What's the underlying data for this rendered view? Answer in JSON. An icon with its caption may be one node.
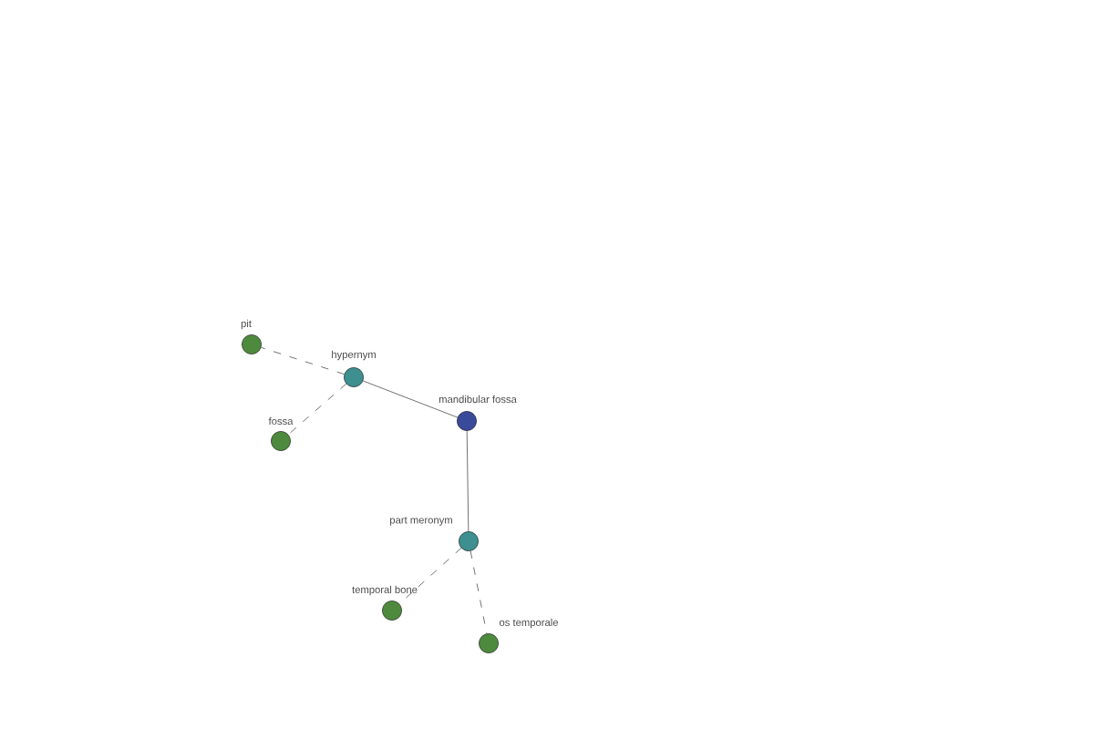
{
  "diagram": {
    "nodes": [
      {
        "text": [
          "pit"
        ]
      },
      {
        "text": [
          "hypernym"
        ]
      },
      {
        "text": [
          "fossa"
        ]
      },
      {
        "text": [
          "mandibular fossa"
        ]
      },
      {
        "text": [
          "part meronym"
        ]
      },
      {
        "text": [
          "temporal bone"
        ]
      },
      {
        "text": [
          "os temporale"
        ]
      }
    ],
    "edges": [
      {
        "from": 1,
        "to": 0,
        "arrow": "none",
        "style": "dashed"
      },
      {
        "from": 1,
        "to": 2,
        "arrow": "none",
        "style": "dashed"
      },
      {
        "from": 3,
        "to": 1,
        "arrow": "none"
      },
      {
        "from": 3,
        "to": 4,
        "arrow": "none"
      },
      {
        "from": 4,
        "to": 5,
        "arrow": "none",
        "style": "dashed"
      },
      {
        "from": 4,
        "to": 6,
        "arrow": "none",
        "style": "dashed"
      }
    ]
  }
}
